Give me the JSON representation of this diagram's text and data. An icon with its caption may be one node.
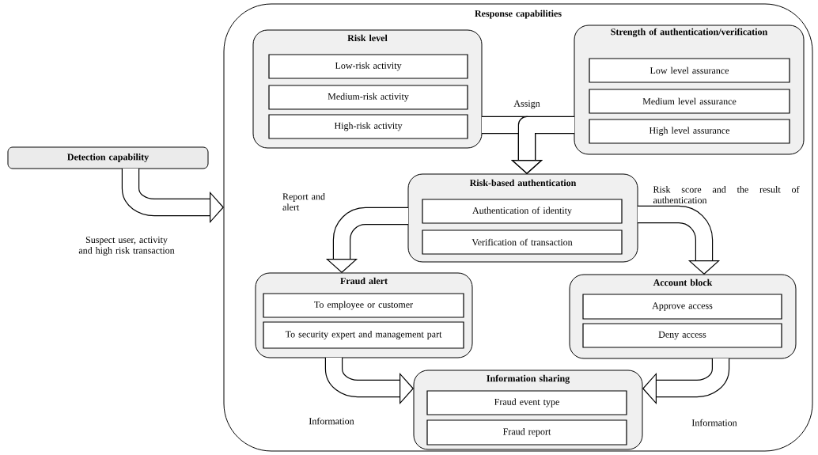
{
  "diagram": {
    "nodes": [
      {
        "text": [
          "Detection capability"
        ]
      },
      {
        "text": [
          "Response capabilities"
        ]
      },
      {
        "text": [
          "Risk level"
        ],
        "in": 1
      },
      {
        "text": [
          "Low-risk activity"
        ],
        "in": 2
      },
      {
        "text": [
          "Medium-risk activity"
        ],
        "in": 2
      },
      {
        "text": [
          "High-risk activity"
        ],
        "in": 2
      },
      {
        "text": [
          "Strength of authentication/verification"
        ],
        "in": 1
      },
      {
        "text": [
          "Low level assurance"
        ],
        "in": 6
      },
      {
        "text": [
          "Medium level assurance"
        ],
        "in": 6
      },
      {
        "text": [
          "High level assurance"
        ],
        "in": 6
      },
      {
        "text": [
          "Risk-based authentication"
        ],
        "in": 1
      },
      {
        "text": [
          "Authentication of identity"
        ],
        "in": 10
      },
      {
        "text": [
          "Verification of transaction"
        ],
        "in": 10
      },
      {
        "text": [
          "Fraud alert"
        ],
        "in": 1
      },
      {
        "text": [
          "To employee or customer"
        ],
        "in": 13
      },
      {
        "text": [
          "To security expert and management part"
        ],
        "in": 13
      },
      {
        "text": [
          "Account block"
        ],
        "in": 1
      },
      {
        "text": [
          "Approve access"
        ],
        "in": 16
      },
      {
        "text": [
          "Deny access"
        ],
        "in": 16
      },
      {
        "text": [
          "Information sharing"
        ],
        "in": 1
      },
      {
        "text": [
          "Fraud event type"
        ],
        "in": 19
      },
      {
        "text": [
          "Fraud report"
        ],
        "in": 19
      }
    ],
    "edges": [
      {
        "from": 0,
        "to": 1,
        "arrow": "to",
        "label": "Suspect user, activity and high risk transaction"
      },
      {
        "from": 2,
        "to": 10,
        "arrow": "to",
        "label": "Assign"
      },
      {
        "from": 6,
        "to": 10,
        "arrow": "to"
      },
      {
        "from": 10,
        "to": 13,
        "arrow": "to",
        "label": "Report and alert"
      },
      {
        "from": 10,
        "to": 16,
        "arrow": "to",
        "label": "Risk score and the result of authentication"
      },
      {
        "from": 13,
        "to": 19,
        "arrow": "to",
        "label": "Information"
      },
      {
        "from": 16,
        "to": 19,
        "arrow": "to",
        "label": "Information"
      }
    ]
  }
}
